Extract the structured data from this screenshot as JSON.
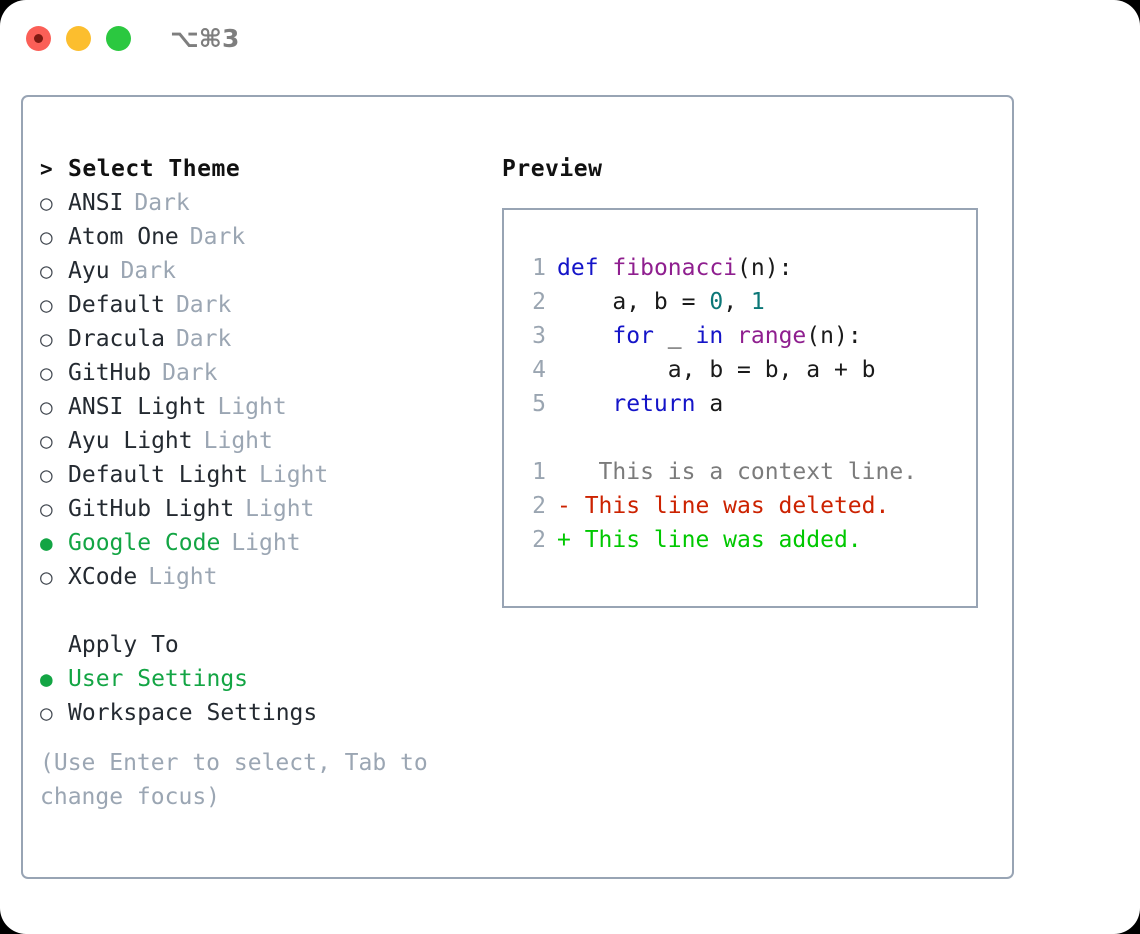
{
  "titlebar": {
    "title": "⌥⌘3",
    "buttons": [
      {
        "name": "close",
        "color": "#fb5f57"
      },
      {
        "name": "minimize",
        "color": "#fcbe2e"
      },
      {
        "name": "zoom",
        "color": "#2bc840"
      }
    ]
  },
  "colors": {
    "selected_green": "#13a544",
    "muted_gray": "#9ba6b3",
    "border": "#98a4b4",
    "diff_add": "#00c800",
    "diff_del": "#cc2200",
    "diff_ctx": "#7b7b7b",
    "keyword": "#1414c8",
    "function": "#8f1f8f",
    "number": "#0b7777"
  },
  "theme_list": {
    "header_marker": ">",
    "header_label": "Select Theme",
    "marker_selected": "●",
    "marker_unselected": "○",
    "items": [
      {
        "marker": "○",
        "label": "ANSI",
        "variant": "Dark",
        "selected": false
      },
      {
        "marker": "○",
        "label": "Atom One",
        "variant": "Dark",
        "selected": false
      },
      {
        "marker": "○",
        "label": "Ayu",
        "variant": "Dark",
        "selected": false
      },
      {
        "marker": "○",
        "label": "Default",
        "variant": "Dark",
        "selected": false
      },
      {
        "marker": "○",
        "label": "Dracula",
        "variant": "Dark",
        "selected": false
      },
      {
        "marker": "○",
        "label": "GitHub",
        "variant": "Dark",
        "selected": false
      },
      {
        "marker": "○",
        "label": "ANSI Light",
        "variant": "Light",
        "selected": false
      },
      {
        "marker": "○",
        "label": "Ayu Light",
        "variant": "Light",
        "selected": false
      },
      {
        "marker": "○",
        "label": "Default Light",
        "variant": "Light",
        "selected": false
      },
      {
        "marker": "○",
        "label": "GitHub Light",
        "variant": "Light",
        "selected": false
      },
      {
        "marker": "●",
        "label": "Google Code",
        "variant": "Light",
        "selected": true
      },
      {
        "marker": "○",
        "label": "XCode",
        "variant": "Light",
        "selected": false
      }
    ]
  },
  "apply_to": {
    "header_label": "Apply To",
    "items": [
      {
        "marker": "●",
        "label": "User Settings",
        "selected": true
      },
      {
        "marker": "○",
        "label": "Workspace Settings",
        "selected": false
      }
    ]
  },
  "help_text": "(Use Enter to select, Tab to change focus)",
  "preview": {
    "title": "Preview",
    "code_lines": [
      {
        "num": "1",
        "tokens": [
          {
            "t": "def",
            "c": "kw"
          },
          {
            "t": " ",
            "c": "pl"
          },
          {
            "t": "fibonacci",
            "c": "fn"
          },
          {
            "t": "(n):",
            "c": "pl"
          }
        ]
      },
      {
        "num": "2",
        "tokens": [
          {
            "t": "    a, b = ",
            "c": "pl"
          },
          {
            "t": "0",
            "c": "num"
          },
          {
            "t": ", ",
            "c": "pl"
          },
          {
            "t": "1",
            "c": "num"
          }
        ]
      },
      {
        "num": "3",
        "tokens": [
          {
            "t": "    ",
            "c": "pl"
          },
          {
            "t": "for",
            "c": "kw"
          },
          {
            "t": " _ ",
            "c": "pl"
          },
          {
            "t": "in",
            "c": "kw"
          },
          {
            "t": " ",
            "c": "pl"
          },
          {
            "t": "range",
            "c": "fn"
          },
          {
            "t": "(n):",
            "c": "pl"
          }
        ]
      },
      {
        "num": "4",
        "tokens": [
          {
            "t": "        a, b = b, a + b",
            "c": "pl"
          }
        ]
      },
      {
        "num": "5",
        "tokens": [
          {
            "t": "    ",
            "c": "pl"
          },
          {
            "t": "return",
            "c": "kw"
          },
          {
            "t": " a",
            "c": "pl"
          }
        ]
      }
    ],
    "diff_lines": [
      {
        "num": "1",
        "sign": " ",
        "text": "  This is a context line.",
        "kind": "ctx"
      },
      {
        "num": "2",
        "sign": "-",
        "text": " This line was deleted.",
        "kind": "del"
      },
      {
        "num": "2",
        "sign": "+",
        "text": " This line was added.",
        "kind": "add"
      }
    ]
  }
}
